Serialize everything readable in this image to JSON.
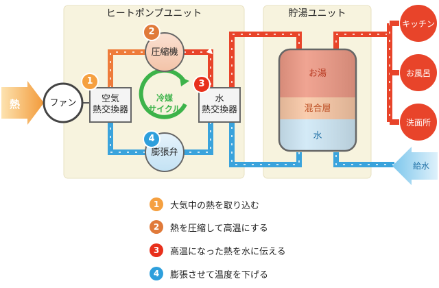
{
  "units": {
    "heat_pump": "ヒートポンプユニット",
    "storage": "貯湯ユニット"
  },
  "components": {
    "heat_in": "熱",
    "fan": "ファン",
    "air_hx_1": "空気",
    "air_hx_2": "熱交換器",
    "compressor": "圧縮機",
    "water_hx_1": "水",
    "water_hx_2": "熱交換器",
    "expansion_valve": "膨張弁",
    "refrigerant_1": "冷媒",
    "refrigerant_2": "サイクル",
    "tank_hot": "お湯",
    "tank_mixed": "混合層",
    "tank_water": "水",
    "water_supply": "給水"
  },
  "outlets": [
    "キッチン",
    "お風呂",
    "洗面所"
  ],
  "badges": [
    "1",
    "2",
    "3",
    "4"
  ],
  "legend": [
    {
      "num": "1",
      "text": "大気中の熱を取り込む",
      "color": "#f5a040"
    },
    {
      "num": "2",
      "text": "熱を圧縮して高温にする",
      "color": "#e07a3a"
    },
    {
      "num": "3",
      "text": "高温になった熱を水に伝える",
      "color": "#e8301c"
    },
    {
      "num": "4",
      "text": "膨張させて温度を下げる",
      "color": "#2e9fdc"
    }
  ],
  "colors": {
    "hot_pipe": "#e8442a",
    "warm_pipe": "#ee7b3a",
    "cold_pipe": "#3aa3dc",
    "cycle": "#3db34a",
    "panel": "#f7f3de",
    "tank_hot": "#ee9a86",
    "tank_mixed": "#f9c8a6",
    "tank_water": "#cfe8f6"
  }
}
